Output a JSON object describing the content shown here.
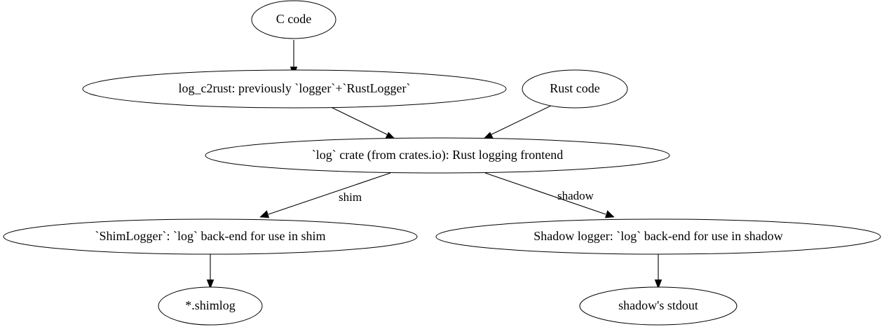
{
  "diagram": {
    "type": "directed-graph",
    "background_color": "#ffffff",
    "node_shape": "ellipse",
    "node_stroke_color": "#000000",
    "node_fill_color": "#ffffff",
    "text_color": "#000000",
    "nodes": [
      {
        "id": "c_code",
        "label": "C code"
      },
      {
        "id": "log_c2rust",
        "label": "log_c2rust: previously `logger`+`RustLogger`"
      },
      {
        "id": "rust_code",
        "label": "Rust code"
      },
      {
        "id": "log_crate",
        "label": "`log` crate (from crates.io): Rust logging frontend"
      },
      {
        "id": "shim_logger",
        "label": "`ShimLogger`: `log` back-end for use in shim"
      },
      {
        "id": "shadow_logger",
        "label": "Shadow logger: `log` back-end for use in shadow"
      },
      {
        "id": "shimlog_file",
        "label": "*.shimlog"
      },
      {
        "id": "shadow_stdout",
        "label": "shadow's stdout"
      }
    ],
    "edges": [
      {
        "from": "c_code",
        "to": "log_c2rust",
        "label": ""
      },
      {
        "from": "log_c2rust",
        "to": "log_crate",
        "label": ""
      },
      {
        "from": "rust_code",
        "to": "log_crate",
        "label": ""
      },
      {
        "from": "log_crate",
        "to": "shim_logger",
        "label": "shim"
      },
      {
        "from": "log_crate",
        "to": "shadow_logger",
        "label": "shadow"
      },
      {
        "from": "shim_logger",
        "to": "shimlog_file",
        "label": ""
      },
      {
        "from": "shadow_logger",
        "to": "shadow_stdout",
        "label": ""
      }
    ]
  }
}
